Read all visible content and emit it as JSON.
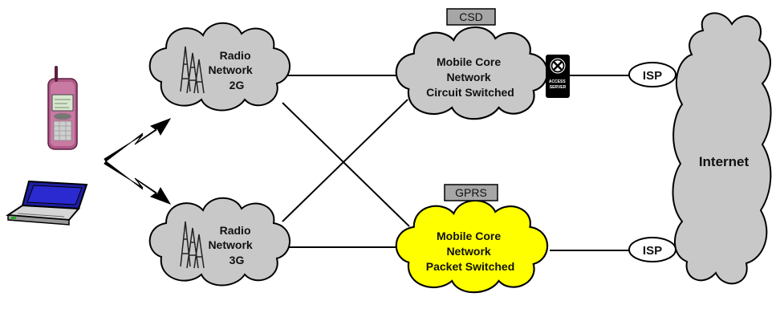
{
  "colors": {
    "cloud_gray": "#c8c8c8",
    "cloud_yellow": "#ffff00",
    "outline": "#000000",
    "tag_fill": "#a6a6a6",
    "phone_body": "#b05a88",
    "laptop_screen": "#1e1ea0"
  },
  "radio_2g": {
    "line1": "Radio",
    "line2": "Network",
    "line3": "2G",
    "icon": "antenna-tower-icon"
  },
  "radio_3g": {
    "line1": "Radio",
    "line2": "Network",
    "line3": "3G",
    "icon": "antenna-tower-icon"
  },
  "core_cs": {
    "line1": "Mobile Core",
    "line2": "Network",
    "line3": "Circuit Switched",
    "tag": "CSD"
  },
  "core_ps": {
    "line1": "Mobile Core",
    "line2": "Network",
    "line3": "Packet Switched",
    "tag": "GPRS"
  },
  "access_server": {
    "line1": "ACCESS",
    "line2": "SERVER",
    "icon": "access-server-icon"
  },
  "isp_top": {
    "label": "ISP"
  },
  "isp_bottom": {
    "label": "ISP"
  },
  "internet": {
    "label": "Internet"
  },
  "devices": {
    "phone_icon": "mobile-phone-icon",
    "laptop_icon": "laptop-icon",
    "link_icon": "lightning-link-icon"
  }
}
